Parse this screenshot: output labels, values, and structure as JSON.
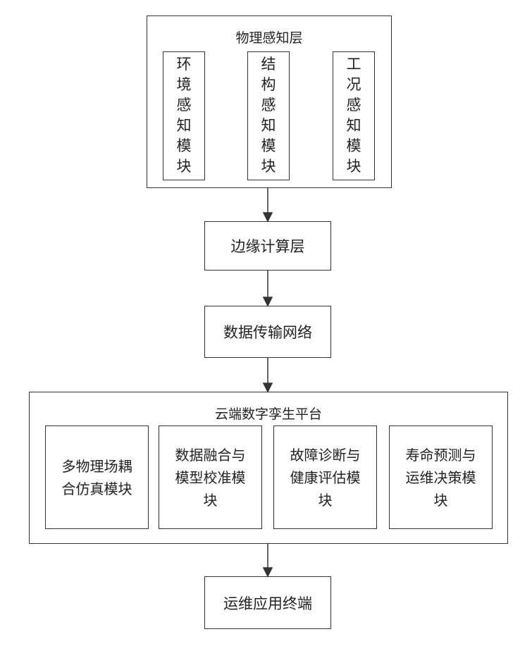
{
  "layers": {
    "physical": {
      "title": "物理感知层",
      "modules": [
        {
          "label": "环境感知模块"
        },
        {
          "label": "结构感知模块"
        },
        {
          "label": "工况感知模块"
        }
      ]
    },
    "edge": {
      "label": "边缘计算层"
    },
    "network": {
      "label": "数据传输网络"
    },
    "cloud": {
      "title": "云端数字孪生平台",
      "modules": [
        {
          "label": "多物理场耦合仿真模块"
        },
        {
          "label": "数据融合与模型校准模块"
        },
        {
          "label": "故障诊断与健康评估模块"
        },
        {
          "label": "寿命预测与运维决策模块"
        }
      ]
    },
    "terminal": {
      "label": "运维应用终端"
    }
  }
}
